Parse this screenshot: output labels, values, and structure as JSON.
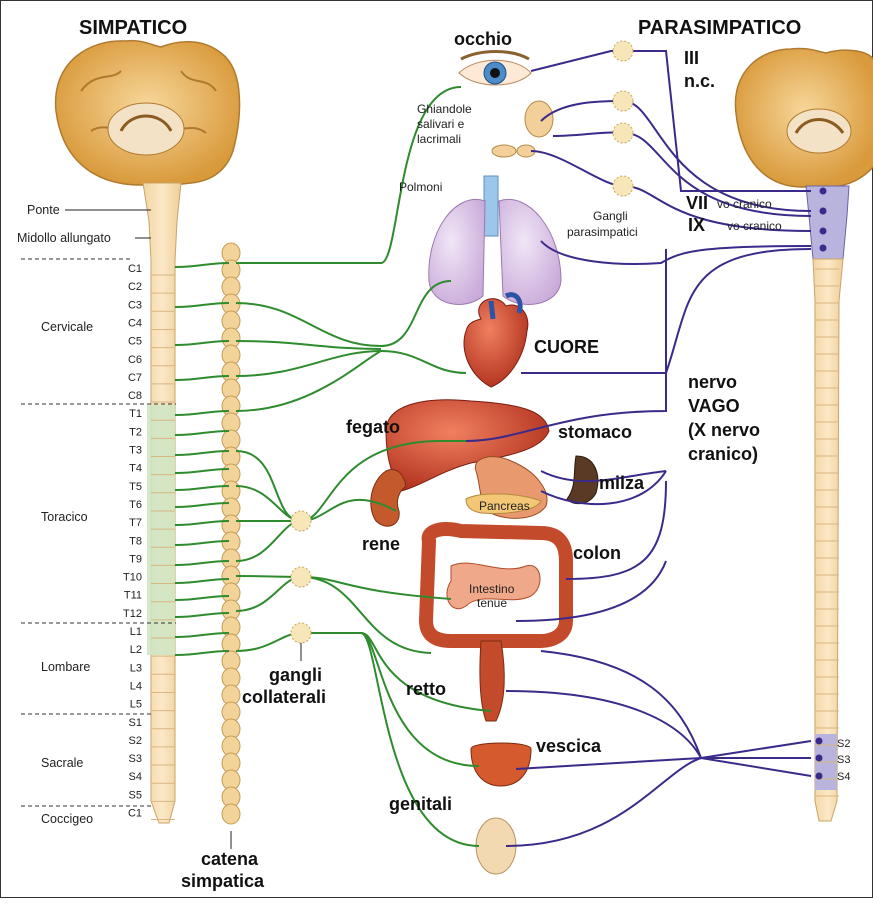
{
  "titles": {
    "sympathetic": "SIMPATICO",
    "parasympathetic": "PARASIMPATICO"
  },
  "brainstem": {
    "pons": "Ponte",
    "medulla": "Midollo allungato"
  },
  "regions": {
    "cervical": "Cervicale",
    "thoracic": "Toracico",
    "lumbar": "Lombare",
    "sacral": "Sacrale",
    "coccygeal": "Coccigeo"
  },
  "segments": [
    "C1",
    "C2",
    "C3",
    "C4",
    "C5",
    "C6",
    "C7",
    "C8",
    "T1",
    "T2",
    "T3",
    "T4",
    "T5",
    "T6",
    "T7",
    "T8",
    "T9",
    "T10",
    "T11",
    "T12",
    "L1",
    "L2",
    "L3",
    "L4",
    "L5",
    "S1",
    "S2",
    "S3",
    "S4",
    "S5",
    "C1"
  ],
  "organs": {
    "eye": "occhio",
    "glands_1": "Ghiandole",
    "glands_2": "salivari e",
    "glands_3": "lacrimali",
    "lungs": "Polmoni",
    "heart": "CUORE",
    "liver": "fegato",
    "stomach": "stomaco",
    "spleen": "milza",
    "pancreas": "Pancreas",
    "kidney": "rene",
    "colon": "colon",
    "intestine_1": "Intestino",
    "intestine_2": "tenue",
    "rectum": "retto",
    "bladder": "vescica",
    "genitals": "genitali"
  },
  "ganglia": {
    "parasympathetic_1": "Gangli",
    "parasympathetic_2": "parasimpatici",
    "collateral_1": "gangli",
    "collateral_2": "collaterali",
    "chain_1": "catena",
    "chain_2": "simpatica"
  },
  "cranial": {
    "iii": "III",
    "iii_sub": "n.c.",
    "vii": "VII",
    "vii_sub": "vo cranico",
    "ix": "IX",
    "ix_sub": "vo cranico"
  },
  "vagus": {
    "line1": "nervo",
    "line2": "VAGO",
    "line3": "(X nervo",
    "line4": "cranico)"
  },
  "sacral_right": [
    "S2",
    "S3",
    "S4"
  ],
  "colors": {
    "sympathetic": "#2e8b2e",
    "parasympathetic": "#3b2a8a",
    "cord": "#f6dcae",
    "thoracolumbar": "#cfe5c4",
    "sacral_band": "#b9b4dd"
  }
}
